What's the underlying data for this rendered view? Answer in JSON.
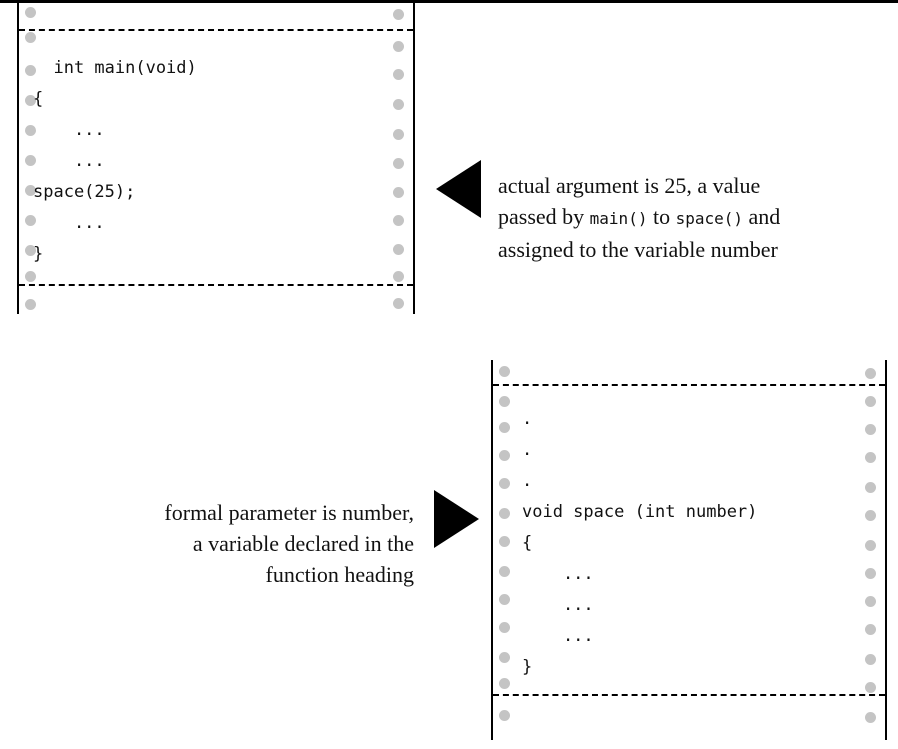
{
  "caller_code": {
    "lines": [
      "  int main(void)",
      "{",
      "    ...",
      "    ...",
      "space(25);",
      "    ...",
      "}"
    ]
  },
  "callee_code": {
    "lines": [
      ".",
      ".",
      ".",
      "void space (int number)",
      "{",
      "    ...",
      "    ...",
      "    ...",
      "}"
    ]
  },
  "actual_argument_note": {
    "line1": "actual argument is 25, a value",
    "line2_before": "passed by ",
    "line2_func1": "main()",
    "line2_middle": " to ",
    "line2_func2": "space()",
    "line2_after": " and",
    "line3": "assigned to the variable number"
  },
  "formal_parameter_note": {
    "line1": "formal parameter is number,",
    "line2": "a variable declared in the",
    "line3": "function heading"
  },
  "colors": {
    "ink": "#000000",
    "sprocket_hole": "#c4c4c4",
    "background": "#ffffff"
  }
}
